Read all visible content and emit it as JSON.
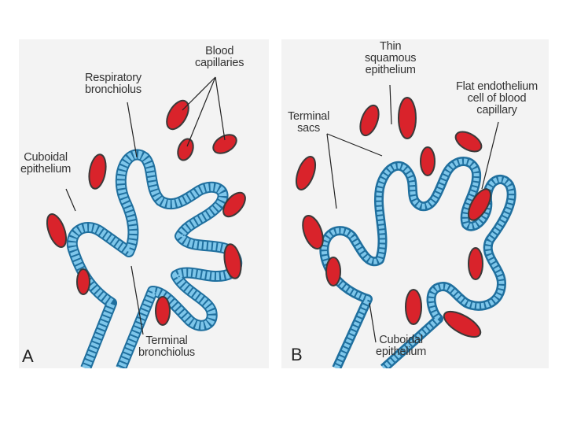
{
  "panel_a": {
    "letter": "A",
    "labels": {
      "blood_capillaries_1": "Blood",
      "blood_capillaries_2": "capillaries",
      "respiratory_bronchiolus_1": "Respiratory",
      "respiratory_bronchiolus_2": "bronchiolus",
      "cuboidal_epithelium_1": "Cuboidal",
      "cuboidal_epithelium_2": "epithelium",
      "terminal_bronchiolus_1": "Terminal",
      "terminal_bronchiolus_2": "bronchiolus"
    }
  },
  "panel_b": {
    "letter": "B",
    "labels": {
      "thin_squamous_1": "Thin",
      "thin_squamous_2": "squamous",
      "thin_squamous_3": "epithelium",
      "flat_endothelium_1": "Flat endothelium",
      "flat_endothelium_2": "cell of blood",
      "flat_endothelium_3": "capillary",
      "terminal_sacs_1": "Terminal",
      "terminal_sacs_2": "sacs",
      "cuboidal_epithelium_1": "Cuboidal",
      "cuboidal_epithelium_2": "epithelium"
    }
  },
  "colors": {
    "epithelium": "#4aa6d6",
    "epithelium_dark": "#1f6f9e",
    "capillary_red": "#d9232b",
    "capillary_outline": "#3a3a3a",
    "background": "#f3f3f3"
  }
}
